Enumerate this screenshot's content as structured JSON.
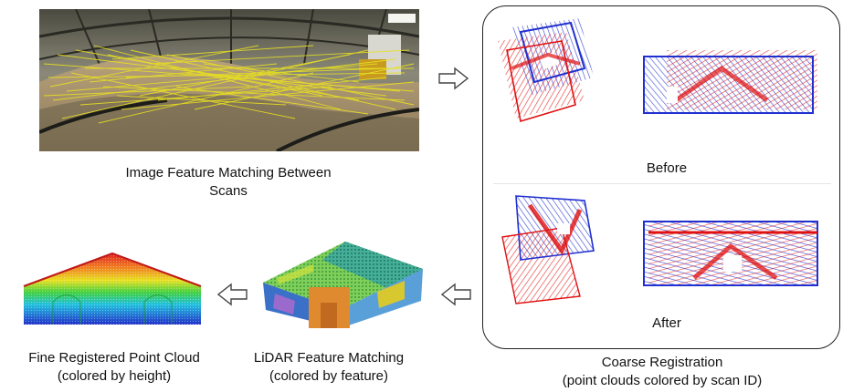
{
  "captions": {
    "image_matching": [
      "Image Feature Matching Between",
      "Scans"
    ],
    "before": "Before",
    "after": "After",
    "fine": [
      "Fine Registered Point Cloud",
      "(colored by height)"
    ],
    "lidar": [
      "LiDAR Feature Matching",
      "(colored by feature)"
    ],
    "coarse": [
      "Coarse Registration",
      "(point clouds colored by scan ID)"
    ]
  },
  "colors": {
    "scan_a": "#e01010",
    "scan_b": "#2030d0",
    "match_lines": "#e8e020",
    "arrow_fill": "#ffffff",
    "arrow_stroke": "#444444"
  },
  "icons": {
    "flow_arrows": [
      "arrow-right-icon",
      "arrow-left-icon",
      "arrow-left-icon"
    ]
  }
}
